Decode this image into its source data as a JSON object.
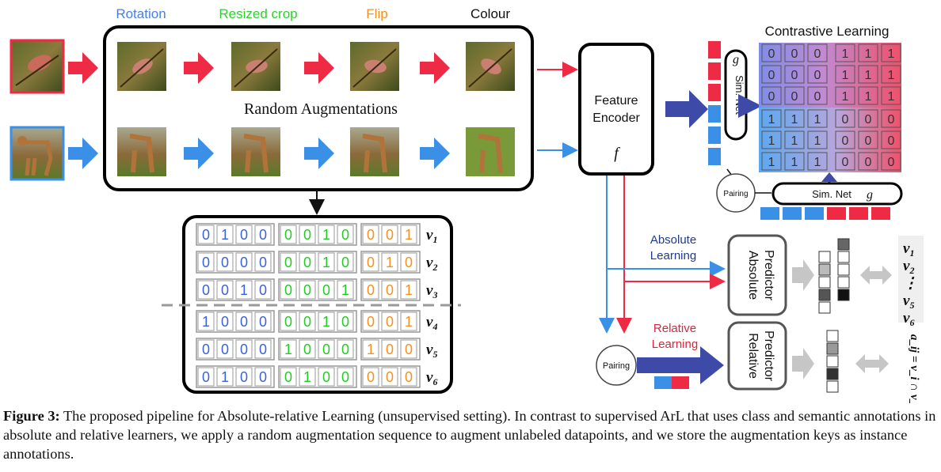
{
  "augmentations": {
    "labels": [
      "Rotation",
      "Resized crop",
      "Flip",
      "Colour"
    ],
    "label_colors": [
      "#4a7fe6",
      "#2fd02f",
      "#f5911e",
      "#111111"
    ],
    "box_title": "Random Augmentations"
  },
  "encoder": {
    "title_line1": "Feature",
    "title_line2": "Encoder",
    "symbol": "f"
  },
  "contrastive": {
    "title": "Contrastive Learning",
    "simnet_label": "Sim. Net",
    "simnet_symbol": "g",
    "pairing_label": "Pairing",
    "matrix": [
      [
        "0",
        "0",
        "0",
        "1",
        "1",
        "1"
      ],
      [
        "0",
        "0",
        "0",
        "1",
        "1",
        "1"
      ],
      [
        "0",
        "0",
        "0",
        "1",
        "1",
        "1"
      ],
      [
        "1",
        "1",
        "1",
        "0",
        "0",
        "0"
      ],
      [
        "1",
        "1",
        "1",
        "0",
        "0",
        "0"
      ],
      [
        "1",
        "1",
        "1",
        "0",
        "0",
        "0"
      ]
    ]
  },
  "keys": {
    "rows": [
      {
        "bits": [
          "0",
          "1",
          "0",
          "0",
          "0",
          "0",
          "1",
          "0",
          "0",
          "0",
          "1"
        ],
        "label": "v",
        "sub": "1"
      },
      {
        "bits": [
          "0",
          "0",
          "0",
          "0",
          "0",
          "0",
          "1",
          "0",
          "0",
          "1",
          "0"
        ],
        "label": "v",
        "sub": "2"
      },
      {
        "bits": [
          "0",
          "0",
          "1",
          "0",
          "0",
          "0",
          "0",
          "1",
          "0",
          "0",
          "1"
        ],
        "label": "v",
        "sub": "3"
      },
      {
        "bits": [
          "1",
          "0",
          "0",
          "0",
          "0",
          "0",
          "1",
          "0",
          "0",
          "0",
          "1"
        ],
        "label": "v",
        "sub": "4"
      },
      {
        "bits": [
          "0",
          "0",
          "0",
          "0",
          "1",
          "0",
          "0",
          "0",
          "1",
          "0",
          "0"
        ],
        "label": "v",
        "sub": "5"
      },
      {
        "bits": [
          "0",
          "1",
          "0",
          "0",
          "0",
          "1",
          "0",
          "0",
          "0",
          "0",
          "0"
        ],
        "label": "v",
        "sub": "6"
      }
    ],
    "group_colors": [
      "#3b63d9",
      "#22cc22",
      "#f5911e"
    ]
  },
  "absolute": {
    "learning_line1": "Absolute",
    "learning_line2": "Learning",
    "predictor_line1": "Absolute",
    "predictor_line2": "Predictor",
    "targets": [
      {
        "label": "v",
        "sub": "1"
      },
      {
        "label": "v",
        "sub": "2"
      },
      {
        "label": "⋮",
        "sub": ""
      },
      {
        "label": "v",
        "sub": "5"
      },
      {
        "label": "v",
        "sub": "6"
      }
    ]
  },
  "relative": {
    "learning_line1": "Relative",
    "learning_line2": "Learning",
    "predictor_line1": "Relative",
    "predictor_line2": "Predictor",
    "pairing_label": "Pairing",
    "target": "a_ij = v_i ∩ v_j"
  },
  "colors": {
    "red": "#ee2a45",
    "blue": "#3a90e6",
    "navy": "#3d4aa8",
    "gray_arrow": "#c6c6c6"
  },
  "caption": {
    "label": "Figure 3:",
    "text": " The proposed pipeline for Absolute-relative Learning (unsupervised setting). In contrast to supervised ArL that uses class and semantic annotations in absolute and relative learners, we apply a random augmentation sequence to augment unlabeled datapoints, and we store the augmentation keys as instance annotations."
  }
}
